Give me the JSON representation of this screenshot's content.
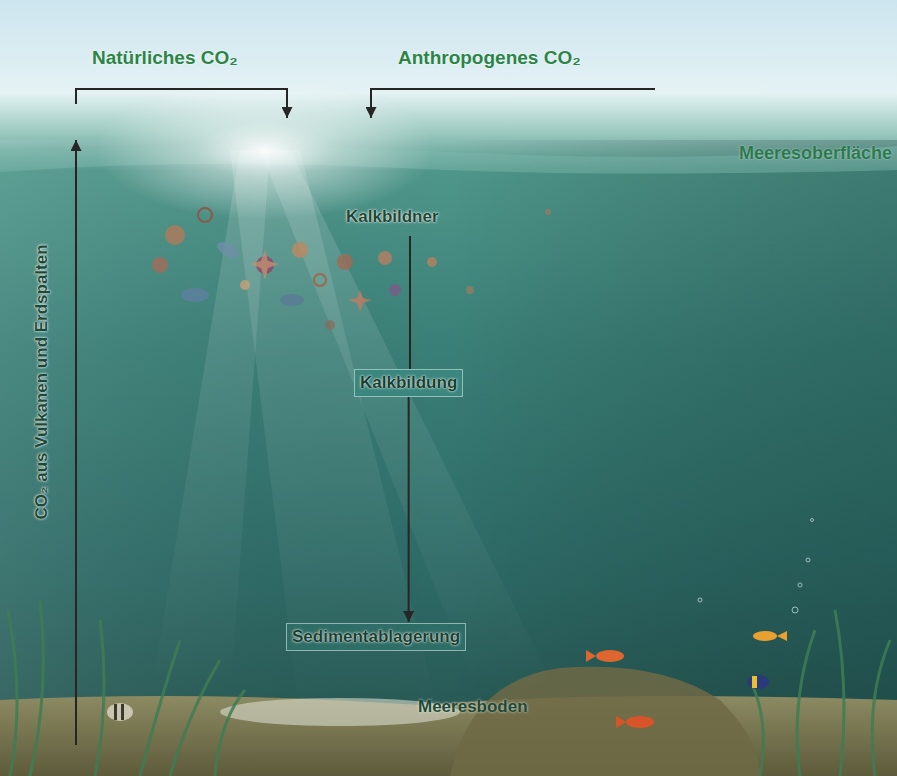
{
  "diagram": {
    "nodes": [
      {
        "text": [
          "Kalkbildung"
        ]
      },
      {
        "text": [
          "Sedimentablagerung"
        ]
      }
    ],
    "edges": [
      {
        "from": 0,
        "to": 1,
        "arrow": "to"
      }
    ],
    "labels": [
      "Natürliches CO₂",
      "Anthropogenes CO₂",
      "Meeresoberfläche",
      "Kalkbildner",
      "CO₂ aus Vulkanen und Erdspalten",
      "Meeresboden"
    ]
  }
}
